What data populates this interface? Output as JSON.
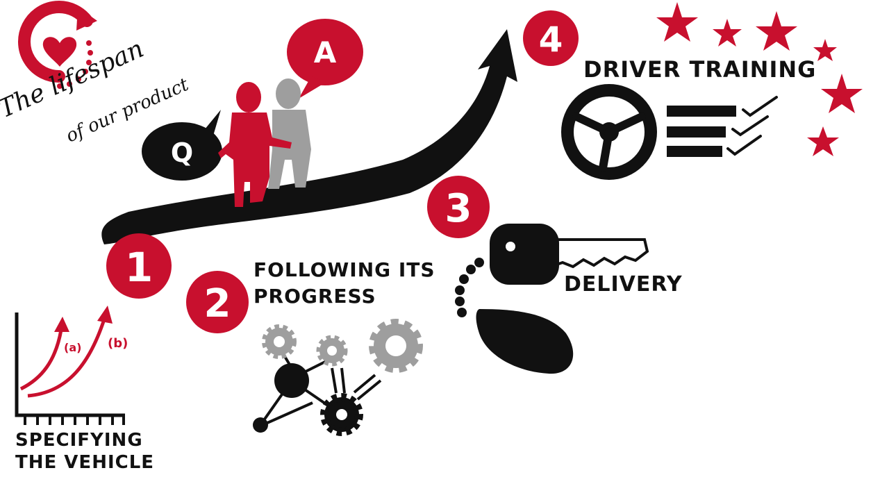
{
  "title": {
    "line1": "The lifespan",
    "line2": "of our product"
  },
  "bubbles": {
    "question": "Q",
    "answer": "A"
  },
  "steps": [
    {
      "number": "1",
      "label_lines": [
        "SPECIFYING",
        "THE VEHICLE"
      ]
    },
    {
      "number": "2",
      "label_lines": [
        "FOLLOWING ITS",
        "PROGRESS"
      ]
    },
    {
      "number": "3",
      "label_lines": [
        "DELIVERY"
      ]
    },
    {
      "number": "4",
      "label_lines": [
        "DRIVER TRAINING"
      ]
    }
  ],
  "mini_chart": {
    "curve_a_label": "(a)",
    "curve_b_label": "(b)"
  },
  "colors": {
    "accent": "#C8102E",
    "ink": "#111111",
    "grey": "#9E9E9E"
  },
  "icons": [
    "heart-cycle-icon",
    "steering-wheel-icon",
    "checklist-icon",
    "car-key-icon",
    "gear-icon",
    "star-icon",
    "person-icon"
  ]
}
